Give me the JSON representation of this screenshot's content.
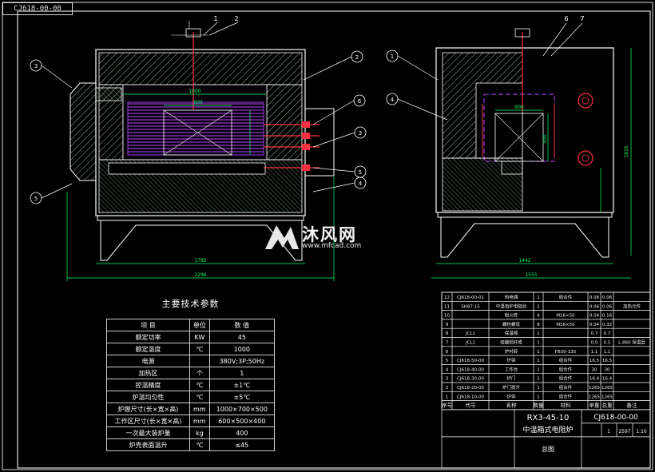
{
  "drawing_number_stamp": "CJ618-00-00",
  "labels": {
    "front_callouts": [
      "1",
      "2",
      "3",
      "2",
      "6",
      "3",
      "5",
      "4",
      "5"
    ],
    "side_callouts": [
      "1",
      "4",
      "6",
      "7"
    ],
    "dims": {
      "front_overall_width": "2296",
      "front_inner_width": "1785",
      "front_chamber": "1000",
      "front_chamber_inner": "600",
      "side_overall_width": "1555",
      "side_inner_width": "1442",
      "side_height": "1816",
      "side_chamber": "600",
      "side_sub": "500"
    }
  },
  "spec_table": {
    "title": "主要技术参数",
    "headers": [
      "项 目",
      "单位",
      "数 值"
    ],
    "rows": [
      [
        "额定功率",
        "KW",
        "45"
      ],
      [
        "额定温度",
        "℃",
        "1000"
      ],
      [
        "电源",
        "",
        "380V;3P;50Hz"
      ],
      [
        "加热区",
        "个",
        "1"
      ],
      [
        "控温精度",
        "℃",
        "±1℃"
      ],
      [
        "炉温均匀性",
        "℃",
        "±5℃"
      ],
      [
        "炉膛尺寸(长×宽×高)",
        "mm",
        "1000×700×500"
      ],
      [
        "工作区尺寸(长×宽×高)",
        "mm",
        "600×500×400"
      ],
      [
        "一次最大装炉量",
        "kg",
        "400"
      ],
      [
        "炉壳表面温升",
        "℃",
        "≤45"
      ]
    ]
  },
  "bom": {
    "rows": [
      [
        "12",
        "CJ618-00-01",
        "热电偶",
        "1",
        "组合件",
        "0.06",
        "0.06",
        ""
      ],
      [
        "11",
        "SH87-15",
        "中温电炉电阻丝",
        "1",
        "",
        "0.06",
        "0.06",
        "加热元件"
      ],
      [
        "10",
        "",
        "耐火砖",
        "4",
        "M16×50",
        "0.04",
        "0.16",
        ""
      ],
      [
        "9",
        "",
        "螺栓螺母",
        "8",
        "M16×50",
        "0.04",
        "0.32",
        ""
      ],
      [
        "8",
        "JCL1",
        "保温棉",
        "1",
        "",
        "0.7",
        "0.7",
        ""
      ],
      [
        "7",
        "JCL1",
        "硅酸铝纤维",
        "1",
        "",
        "0.5",
        "0.5",
        "L-860 保温层"
      ],
      [
        "6",
        "",
        "炉衬砖",
        "1",
        "FB30-135",
        "1.1",
        "1.1",
        ""
      ],
      [
        "5",
        "CJ618-50-00",
        "炉架",
        "1",
        "组合件",
        "16.5",
        "16.5",
        ""
      ],
      [
        "4",
        "CJ618-40-00",
        "工作台",
        "1",
        "组合件",
        "30",
        "30",
        ""
      ],
      [
        "3",
        "CJ618-30-00",
        "炉门",
        "1",
        "组合件",
        "16.4",
        "16.4",
        ""
      ],
      [
        "2",
        "CJ618-20-00",
        "炉门提升",
        "1",
        "组合件",
        "1265",
        "1265",
        ""
      ],
      [
        "1",
        "CJ618-10-00",
        "炉体",
        "1",
        "组合件",
        "1265",
        "1265",
        ""
      ]
    ],
    "header": [
      "序号",
      "代号",
      "名称",
      "数量",
      "材料",
      "单重",
      "总重",
      "备注"
    ]
  },
  "title_block": {
    "model": "RX3-45-10",
    "name": "中温箱式电阻炉",
    "drawing_no": "CJ618-00-00",
    "view": "总图",
    "sheet": "1",
    "weight": "2597",
    "scale": "1:10"
  },
  "watermark": {
    "text": "沐风网",
    "url": "www.mfcad.com"
  },
  "colors": {
    "line": "#ffffff",
    "hatch": "#d9f7d9",
    "element": "#c040ff",
    "dim": "#00ff66",
    "accent": "#ff3040",
    "cyan": "#00ffff"
  }
}
